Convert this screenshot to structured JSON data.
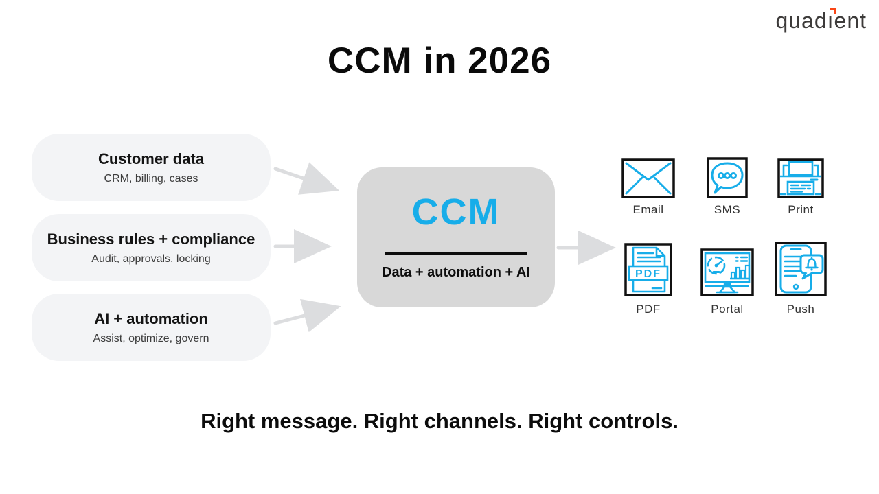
{
  "slide": {
    "title": "CCM in 2026",
    "tagline": "Right message. Right channels. Right controls."
  },
  "logo": {
    "name": "quadient",
    "text_before_i": "quad",
    "i_stem": "ı",
    "text_after_i": "ent"
  },
  "inputs": [
    {
      "title": "Customer data",
      "subtitle": "CRM, billing, cases"
    },
    {
      "title": "Business rules + compliance",
      "subtitle": "Audit, approvals, locking"
    },
    {
      "title": "AI + automation",
      "subtitle": "Assist, optimize, govern"
    }
  ],
  "center": {
    "title": "CCM",
    "subtitle": "Data + automation + AI"
  },
  "channels": [
    {
      "label": "Email",
      "icon": "email-envelope-icon"
    },
    {
      "label": "SMS",
      "icon": "sms-chat-bubble-icon"
    },
    {
      "label": "Print",
      "icon": "printer-icon"
    },
    {
      "label": "PDF",
      "icon": "pdf-document-icon",
      "icon_text": "PDF"
    },
    {
      "label": "Portal",
      "icon": "portal-dashboard-icon"
    },
    {
      "label": "Push",
      "icon": "push-notification-icon"
    }
  ],
  "colors": {
    "accent_cyan": "#17ADE9",
    "brand_orange": "#FA4616",
    "center_box_gray": "#D8D8D8",
    "input_box_gray": "#F3F4F6",
    "arrow_gray": "#DCDDDF",
    "text_black": "#0C0C0C"
  }
}
